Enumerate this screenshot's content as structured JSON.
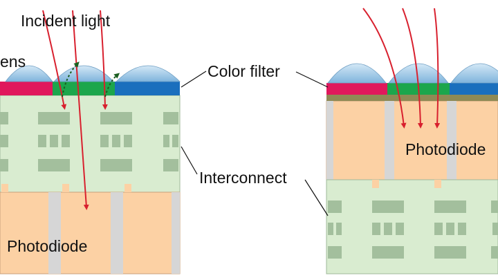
{
  "labels": {
    "incident_light": "Incident light",
    "lens": "ens",
    "color_filter": "Color filter",
    "interconnect": "Interconnect",
    "photodiode_left": "Photodiode",
    "photodiode_right": "Photodiode"
  },
  "colors": {
    "wiring_layer": "#d9ecd0",
    "photodiode": "#fcd1a4",
    "lens": "#9fc9e6",
    "filter_red": "#e0185c",
    "filter_green": "#1ca64c",
    "filter_blue": "#1a6fbd",
    "metal": "#a3bf9d",
    "light_ray": "#d8202e",
    "separator": "#d6d6d6"
  },
  "icons": {
    "incident_ray": "red-arrow",
    "reflected_ray": "dashed-green-arrow"
  }
}
